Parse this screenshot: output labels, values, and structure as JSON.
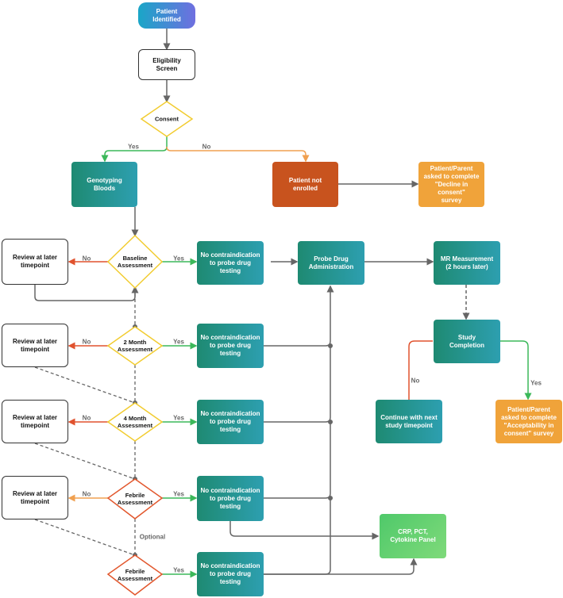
{
  "nodes": {
    "patient_identified": "Patient Identified",
    "eligibility_screen": "Eligibility Screen",
    "consent": "Consent",
    "genotyping_bloods": "Genotyping\nBloods",
    "patient_not_enrolled": "Patient not\nenrolled",
    "decline_survey": "Patient/Parent\nasked to complete\n\"Decline in consent\"\nsurvey",
    "review_later": "Review  at later\ntimepoint",
    "review_later_2": "Review at later\ntimepoint",
    "baseline_assessment": "Baseline\nAssessment",
    "month2_assessment": "2 Month\nAssessment",
    "month4_assessment": "4 Month\nAssessment",
    "febrile_assessment": "Febrile\nAssessment",
    "no_contraindication": "No contraindication\nto probe drug testing",
    "probe_drug_admin": "Probe Drug\nAdministration",
    "mr_measurement": "MR Measurement\n(2 hours later)",
    "study_completion": "Study\nCompletion",
    "continue_next": "Continue with next\nstudy timepoint",
    "acceptability_survey": "Patient/Parent\nasked to complete\n\"Acceptability in\nconsent\" survey",
    "crp_panel": "CRP, PCT,\nCytokine Panel"
  },
  "edge_labels": {
    "yes": "Yes",
    "no": "No",
    "optional": "Optional"
  },
  "colors": {
    "yes_edge": "#3cb85a",
    "no_edge": "#e0522e",
    "no_enrolled_edge": "#f0a050",
    "connector": "#666666",
    "diamond_yellow": "#f2cc30",
    "diamond_red": "#e2572d"
  }
}
